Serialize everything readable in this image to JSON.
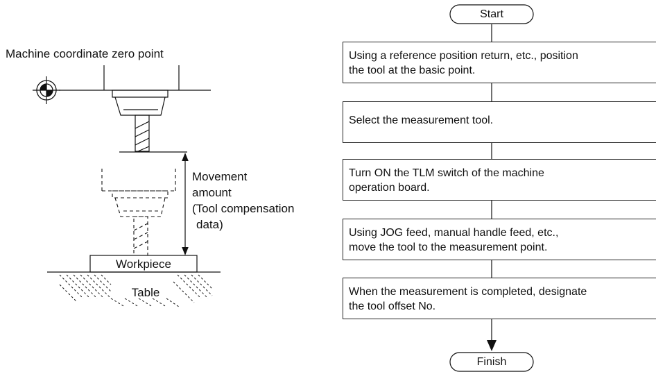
{
  "left_diagram": {
    "zero_point_label": "Machine coordinate zero point",
    "movement_label": [
      "Movement",
      "amount",
      "(Tool compensation",
      "data)"
    ],
    "workpiece_label": "Workpiece",
    "table_label": "Table"
  },
  "flowchart": {
    "start_label": "Start",
    "finish_label": "Finish",
    "steps": [
      [
        "Using a reference position return, etc., position",
        "the tool at the basic point."
      ],
      [
        "Select the measurement tool."
      ],
      [
        "Turn ON the TLM switch of the machine",
        "operation board."
      ],
      [
        "Using JOG feed, manual handle feed, etc.,",
        "move the tool to the measurement point."
      ],
      [
        "When the measurement is completed, designate",
        "the tool offset No."
      ]
    ]
  }
}
